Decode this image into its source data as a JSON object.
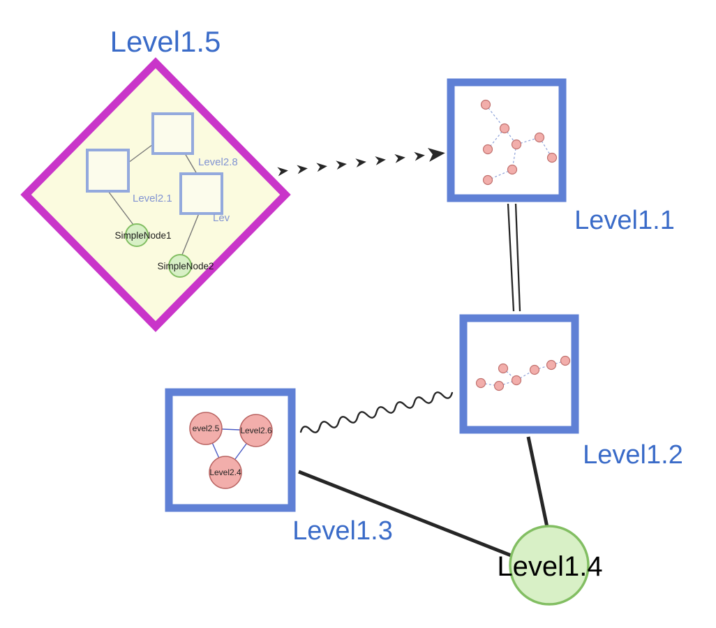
{
  "diagram": {
    "labels": {
      "level15": "Level1.5",
      "level11": "Level1.1",
      "level12": "Level1.2",
      "level13": "Level1.3",
      "level14": "Level1.4"
    },
    "level15_contents": {
      "square_top_label": "Level2.8",
      "square_left_label": "Level2.1",
      "square_right_label": "Lev",
      "green_node1_label": "SimpleNode1",
      "green_node2_label": "SimpleNode2"
    },
    "level13_contents": {
      "node_left_label": "evel2.5",
      "node_right_label": "Level2.6",
      "node_bottom_label": "Level2.4"
    },
    "colors": {
      "label_blue": "#3A6BC8",
      "diamond_border": "#C935C9",
      "diamond_fill": "#FBFBDF",
      "box_border": "#5F80D5",
      "inner_square_border": "#93A9DD",
      "inner_label_blue": "#8193D2",
      "pink_node_fill": "#F2AEAB",
      "pink_node_border": "#C0706D",
      "green_node_fill": "#D8F0C6",
      "green_node_border": "#82BE62",
      "edge_black": "#262626",
      "dashed_edge_blue": "#8A9FD8",
      "triangle_edge_blue": "#4A5BC4"
    }
  }
}
